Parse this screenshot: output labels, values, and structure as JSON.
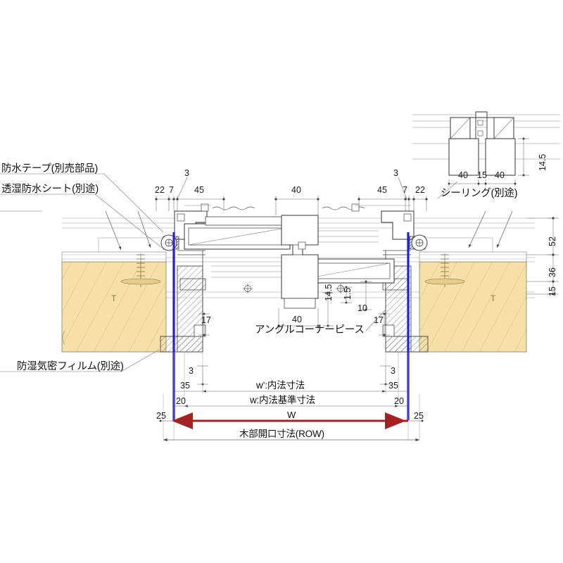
{
  "drawing": {
    "type": "architectural-horizontal-section",
    "title_region": "window jamb horizontal section detail",
    "colors": {
      "wall_fill": "#f7e0a8",
      "membrane_blue": "#2222cc",
      "width_arrow_red": "#a52020",
      "line": "#3a3a3a",
      "thin_line": "#8d8d8d"
    }
  },
  "notes": {
    "waterproof_tape": "防水テープ(別売部品)",
    "breather_sheet": "透湿防水シート(別途)",
    "vapour_film": "防湿気密フィルム(別途)",
    "sealing": "シーリング(別途)",
    "angle_corner_piece": "アングルコーナーピース"
  },
  "dimensions": {
    "top_left": [
      "22",
      "7",
      "3",
      "45"
    ],
    "top_center": [
      "40"
    ],
    "top_right": [
      "45",
      "7",
      "22",
      "3"
    ],
    "detail_top_right": [
      "40",
      "15",
      "40",
      "14.5"
    ],
    "right_vertical": [
      "52",
      "36",
      "15"
    ],
    "center_lower": [
      "40",
      "14.5",
      "1.5",
      "10"
    ],
    "jamb_left": [
      "17",
      "3"
    ],
    "jamb_right": [
      "17",
      "3"
    ],
    "chain_35": "35",
    "chain_20": "20",
    "chain_25": "25",
    "chain_3": "3"
  },
  "dimension_chains": [
    {
      "label": "w’:内法寸法",
      "symbol": "w’",
      "meaning": "内法寸法"
    },
    {
      "label": "w:内法基準寸法",
      "symbol": "w",
      "meaning": "内法基準寸法"
    },
    {
      "label": "W",
      "symbol": "W",
      "meaning": ""
    },
    {
      "label": "木部開口寸法(ROW)",
      "symbol": "ROW",
      "meaning": "木部開口寸法"
    }
  ],
  "marks": {
    "wall_thickness": "T",
    "center_mark": "⊛"
  }
}
